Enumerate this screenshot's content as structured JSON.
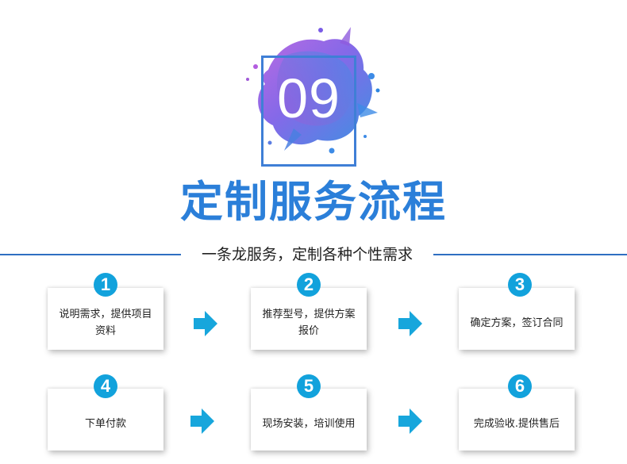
{
  "badge": {
    "number": "09"
  },
  "title": "定制服务流程",
  "subtitle": "一条龙服务，定制各种个性需求",
  "steps": [
    {
      "number": "1",
      "text": "说明需求，提供项目资料"
    },
    {
      "number": "2",
      "text": "推荐型号，提供方案报价"
    },
    {
      "number": "3",
      "text": "确定方案，签订合同"
    },
    {
      "number": "4",
      "text": "下单付款"
    },
    {
      "number": "5",
      "text": "现场安装，培训使用"
    },
    {
      "number": "6",
      "text": "完成验收.提供售后"
    }
  ],
  "colors": {
    "title_blue": "#2b7fd9",
    "step_badge": "#12a2dc",
    "arrow": "#17a6dc",
    "frame": "#3f7fd6"
  },
  "icons": [
    "watercolor-splash-icon",
    "arrow-right-icon"
  ]
}
